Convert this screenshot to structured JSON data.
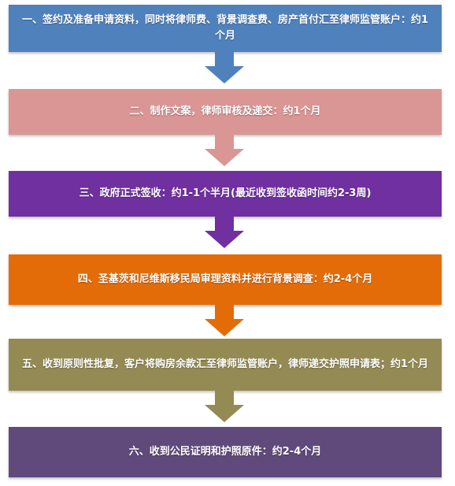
{
  "steps": [
    {
      "text": "一、签约及准备申请资料，同时将律师费、背景调查费、房产首付汇至律师监管账户：约1个月",
      "color": "#4f81bd"
    },
    {
      "text": "二、制作文案，律师审核及递交：约1个月",
      "color": "#d99694"
    },
    {
      "text": "三、政府正式签收：约1-1个半月(最近收到签收函时间约2-3周)",
      "color": "#7030a0"
    },
    {
      "text": "四、圣基茨和尼维斯移民局审理资料并进行背景调查：约2-4个月",
      "color": "#e36c09"
    },
    {
      "text": "五、收到原则性批复，客户将购房余款汇至律师监管账户，律师递交护照申请表；约1个月",
      "color": "#948a54"
    },
    {
      "text": "六、收到公民证明和护照原件：约2-4个月",
      "color": "#604a7b"
    }
  ]
}
